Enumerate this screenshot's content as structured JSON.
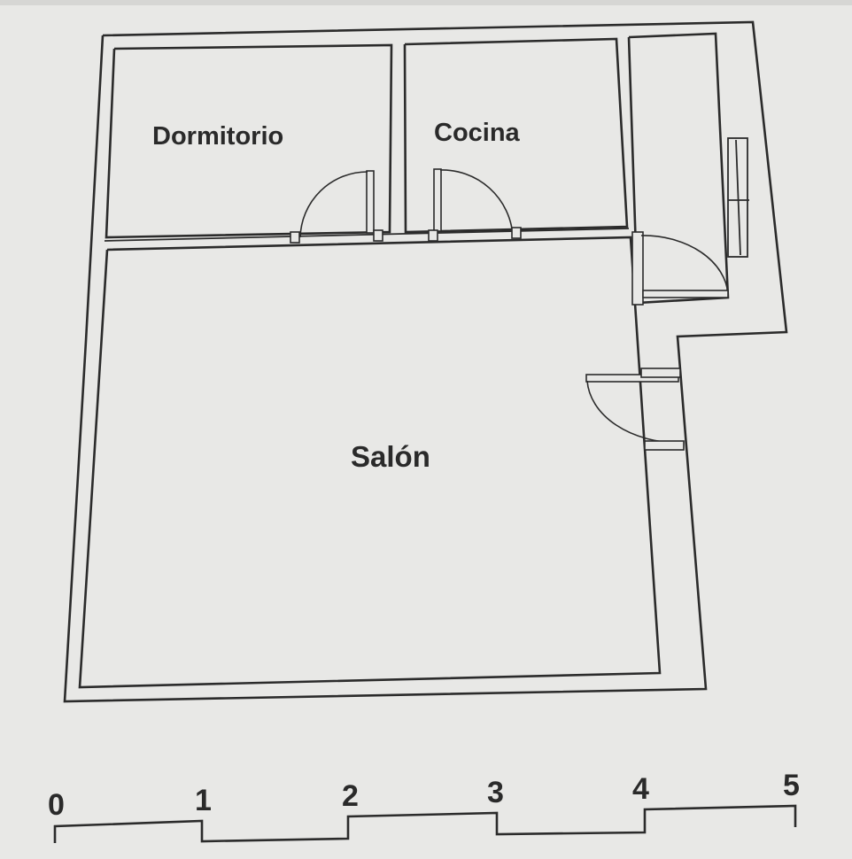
{
  "plan": {
    "rooms": [
      {
        "id": "dormitorio",
        "label": "Dormitorio"
      },
      {
        "id": "cocina",
        "label": "Cocina"
      },
      {
        "id": "salon",
        "label": "Salón"
      }
    ]
  },
  "scale_bar": {
    "ticks": [
      "0",
      "1",
      "2",
      "3",
      "4",
      "5"
    ]
  }
}
